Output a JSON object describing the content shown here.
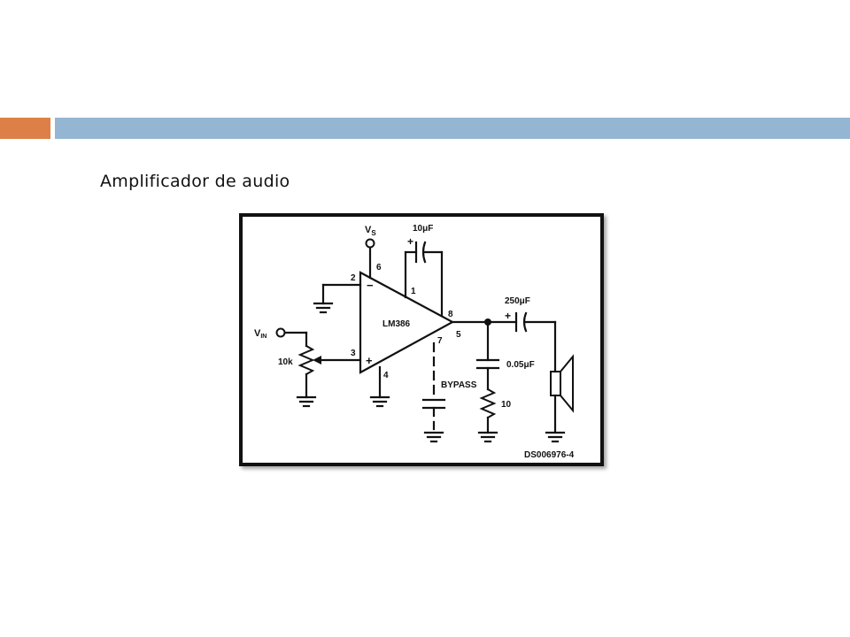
{
  "colors": {
    "accent_orange": "#DD8047",
    "accent_blue": "#94B6D2"
  },
  "slide": {
    "title": "Amplificador de audio"
  },
  "circuit": {
    "supply_label": "V",
    "supply_sub": "S",
    "input_label": "V",
    "input_sub": "IN",
    "pot_label": "10k",
    "ic_label": "LM386",
    "pin_1": "1",
    "pin_2": "2",
    "pin_3": "3",
    "pin_4": "4",
    "pin_5": "5",
    "pin_6": "6",
    "pin_7": "7",
    "pin_8": "8",
    "minus_sign": "−",
    "plus_sign": "+",
    "cap_gain": "10μF",
    "cap_gain_polarity": "+",
    "cap_out": "250μF",
    "cap_out_polarity": "+",
    "cap_zobel": "0.05μF",
    "res_zobel": "10",
    "bypass_label": "BYPASS",
    "figure_id": "DS006976-4"
  }
}
